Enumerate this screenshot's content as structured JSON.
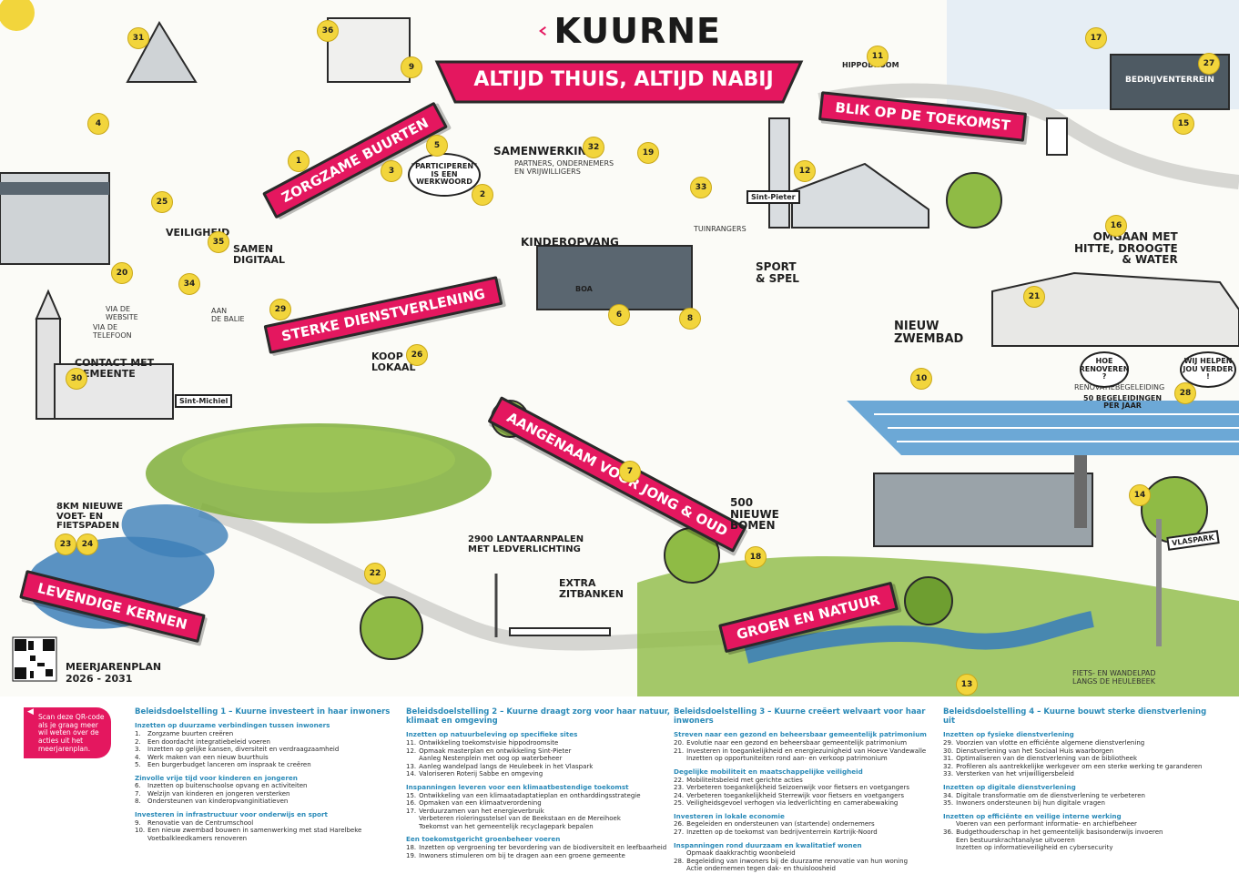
{
  "brand": {
    "logo_text": "KUURNE",
    "accent": "#e4175f",
    "ink": "#1f1f1f",
    "highlight": "#f2d53c",
    "water": "#3d7fb8",
    "green": "#7fae3a"
  },
  "headline": "ALTIJD THUIS, ALTIJD NABIJ",
  "banners": {
    "zorgzame_buurten": "ZORGZAME BUURTEN",
    "blik_op_de_toekomst": "BLIK OP DE TOEKOMST",
    "sterke_dienstverlening": "STERKE DIENSTVERLENING",
    "aangenaam": "AANGENAAM VOOR JONG & OUD",
    "levendige_kernen": "LEVENDIGE KERNEN",
    "groen_en_natuur": "GROEN EN NATUUR"
  },
  "labels": {
    "samenwerking": "SAMENWERKING",
    "samenwerking_sub": "PARTNERS, ONDERNEMERS\nEN VRIJWILLIGERS",
    "participeren": "\"PARTICIPEREN\"\nIS EEN\nWERKWOORD",
    "veiligheid": "VEILIGHEID",
    "samen_digitaal": "SAMEN\nDIGITAAL",
    "kinderopvang": "KINDEROPVANG",
    "sport_spel": "SPORT\n& SPEL",
    "nieuw_zwembad": "NIEUW\nZWEMBAD",
    "omgaan": "OMGAAN MET\nHITTE, DROOGTE\n& WATER",
    "hippodroom": "HIPPODROOM",
    "bedrijventerrein": "BEDRIJVENTERREIN",
    "tuinrangers": "TUINRANGERS",
    "sint_pieter": "Sint-Pieter",
    "sint_michiel": "Sint-Michiel",
    "contact_gemeente": "CONTACT MET\nGEMEENTE",
    "koop_lokaal": "KOOP\nLOKAAL",
    "via_website": "VIA DE\nWEBSITE",
    "via_telefoon": "VIA DE\nTELEFOON",
    "aan_de_balie": "AAN\nDE BALIE",
    "renovatiebegeleiding": "RENOVATIEBEGELEIDING",
    "begeleidingen": "50 BEGELEIDINGEN\nPER JAAR",
    "hoe_renoveren": "HOE\nRENOVEREN\n?",
    "wij_helpen": "WIJ HELPEN\nJOU\nVERDER !",
    "voetpaden": "8KM NIEUWE\nVOET- EN\nFIETSPADEN",
    "lantaarnpalen": "2900 LANTAARNPALEN\nMET LEDVERLICHTING",
    "extra_zitbanken": "EXTRA\nZITBANKEN",
    "nieuwe_bomen": "500\nNIEUWE\nBOMEN",
    "vlaspark": "VLASPARK",
    "fietspad": "FIETS- EN WANDELPAD\nLANGS DE HEULEBEEK",
    "meerjarenplan": "MEERJARENPLAN\n2026 - 2031",
    "boa": "BOA"
  },
  "footer": {
    "qr_note": "Scan deze QR-code als je graag meer wil weten over de acties uit het meerjarenplan.",
    "columns": [
      {
        "title": "Beleidsdoelstelling 1 – Kuurne investeert in haar inwoners",
        "sections": [
          {
            "title": "Inzetten op duurzame verbindingen tussen inwoners",
            "items": [
              {
                "n": "1.",
                "t": "Zorgzame buurten creëren"
              },
              {
                "n": "2.",
                "t": "Een doordacht integratiebeleid voeren"
              },
              {
                "n": "3.",
                "t": "Inzetten op gelijke kansen, diversiteit en verdraagzaamheid"
              },
              {
                "n": "4.",
                "t": "Werk maken van een nieuw buurthuis"
              },
              {
                "n": "5.",
                "t": "Een burgerbudget lanceren om inspraak te creëren"
              }
            ]
          },
          {
            "title": "Zinvolle vrije tijd voor kinderen en jongeren",
            "items": [
              {
                "n": "6.",
                "t": "Inzetten op buitenschoolse opvang en activiteiten"
              },
              {
                "n": "7.",
                "t": "Welzijn van kinderen en jongeren versterken"
              },
              {
                "n": "8.",
                "t": "Ondersteunen van kinderopvanginitiatieven"
              }
            ]
          },
          {
            "title": "Investeren in infrastructuur voor onderwijs en sport",
            "items": [
              {
                "n": "9.",
                "t": "Renovatie van de Centrumschool"
              },
              {
                "n": "10.",
                "t": "Een nieuw zwembad bouwen in samenwerking met stad Harelbeke"
              },
              {
                "n": "",
                "t": "Voetbalkleedkamers renoveren"
              }
            ]
          }
        ]
      },
      {
        "title": "Beleidsdoelstelling 2 – Kuurne draagt zorg voor haar natuur, klimaat en omgeving",
        "sections": [
          {
            "title": "Inzetten op natuurbeleving op specifieke sites",
            "items": [
              {
                "n": "11.",
                "t": "Ontwikkeling toekomstvisie hippodroomsite"
              },
              {
                "n": "12.",
                "t": "Opmaak masterplan en ontwikkeling Sint-Pieter"
              },
              {
                "n": "",
                "t": "Aanleg Nestenplein met oog op waterbeheer"
              },
              {
                "n": "13.",
                "t": "Aanleg wandelpad langs de Heulebeek in het Vlaspark"
              },
              {
                "n": "14.",
                "t": "Valoriseren Roterij Sabbe en omgeving"
              }
            ]
          },
          {
            "title": "Inspanningen leveren voor een klimaatbestendige toekomst",
            "items": [
              {
                "n": "15.",
                "t": "Ontwikkeling van een klimaatadaptatieplan en ontharddingsstrategie"
              },
              {
                "n": "16.",
                "t": "Opmaken van een klimaatverordening"
              },
              {
                "n": "17.",
                "t": "Verduurzamen van het energieverbruik"
              },
              {
                "n": "",
                "t": "Verbeteren rioleringsstelsel van de Beekstaan en de Mereihoek"
              },
              {
                "n": "",
                "t": "Toekomst van het gemeentelijk recyclagepark bepalen"
              }
            ]
          },
          {
            "title": "Een toekomstgericht groenbeheer voeren",
            "items": [
              {
                "n": "18.",
                "t": "Inzetten op vergroening ter bevordering van de biodiversiteit en leefbaarheid"
              },
              {
                "n": "19.",
                "t": "Inwoners stimuleren om bij te dragen aan een groene gemeente"
              }
            ]
          }
        ]
      },
      {
        "title": "Beleidsdoelstelling 3 – Kuurne creëert welvaart voor haar inwoners",
        "sections": [
          {
            "title": "Streven naar een gezond en beheersbaar gemeentelijk patrimonium",
            "items": [
              {
                "n": "20.",
                "t": "Evolutie naar een gezond en beheersbaar gemeentelijk patrimonium"
              },
              {
                "n": "21.",
                "t": "Investeren in toegankelijkheid en energiezuinigheid van Hoeve Vandewalle"
              },
              {
                "n": "",
                "t": "Inzetten op opportuniteiten rond aan- en verkoop patrimonium"
              }
            ]
          },
          {
            "title": "Degelijke mobiliteit en maatschappelijke veiligheid",
            "items": [
              {
                "n": "22.",
                "t": "Mobiliteitsbeleid met gerichte acties"
              },
              {
                "n": "23.",
                "t": "Verbeteren toegankelijkheid Seizoenwijk voor fietsers en voetgangers"
              },
              {
                "n": "24.",
                "t": "Verbeteren toegankelijkheid Sterrewijk voor fietsers en voetgangers"
              },
              {
                "n": "25.",
                "t": "Veiligheidsgevoel verhogen via ledverlichting en camerabewaking"
              }
            ]
          },
          {
            "title": "Investeren in lokale economie",
            "items": [
              {
                "n": "26.",
                "t": "Begeleiden en ondersteunen van (startende) ondernemers"
              },
              {
                "n": "27.",
                "t": "Inzetten op de toekomst van bedrijventerrein Kortrijk-Noord"
              }
            ]
          },
          {
            "title": "Inspanningen rond duurzaam en kwalitatief wonen",
            "items": [
              {
                "n": "",
                "t": "Opmaak daakkrachtig woonbeleid"
              },
              {
                "n": "28.",
                "t": "Begeleiding van inwoners bij de duurzame renovatie van hun woning"
              },
              {
                "n": "",
                "t": "Actie ondernemen tegen dak- en thuisloosheid"
              }
            ]
          }
        ]
      },
      {
        "title": "Beleidsdoelstelling 4 – Kuurne bouwt sterke dienstverlening uit",
        "sections": [
          {
            "title": "Inzetten op fysieke dienstverlening",
            "items": [
              {
                "n": "29.",
                "t": "Voorzien van vlotte en efficiënte algemene dienstverlening"
              },
              {
                "n": "30.",
                "t": "Dienstverlening van het Sociaal Huis waarborgen"
              },
              {
                "n": "31.",
                "t": "Optimaliseren van de dienstverlening van de bibliotheek"
              },
              {
                "n": "32.",
                "t": "Profileren als aantrekkelijke werkgever om een sterke werking te garanderen"
              },
              {
                "n": "33.",
                "t": "Versterken van het vrijwilligersbeleid"
              }
            ]
          },
          {
            "title": "Inzetten op digitale dienstverlening",
            "items": [
              {
                "n": "34.",
                "t": "Digitale transformatie om de dienstverlening te verbeteren"
              },
              {
                "n": "35.",
                "t": "Inwoners ondersteunen bij hun digitale vragen"
              }
            ]
          },
          {
            "title": "Inzetten op efficiënte en veilige interne werking",
            "items": [
              {
                "n": "",
                "t": "Voeren van een performant informatie- en archiefbeheer"
              },
              {
                "n": "36.",
                "t": "Budgethouderschap in het gemeentelijk basisonderwijs invoeren"
              },
              {
                "n": "",
                "t": "Een bestuurskrachtanalyse uitvoeren"
              },
              {
                "n": "",
                "t": "Inzetten op informatieveiligheid en cybersecurity"
              }
            ]
          }
        ]
      }
    ]
  }
}
